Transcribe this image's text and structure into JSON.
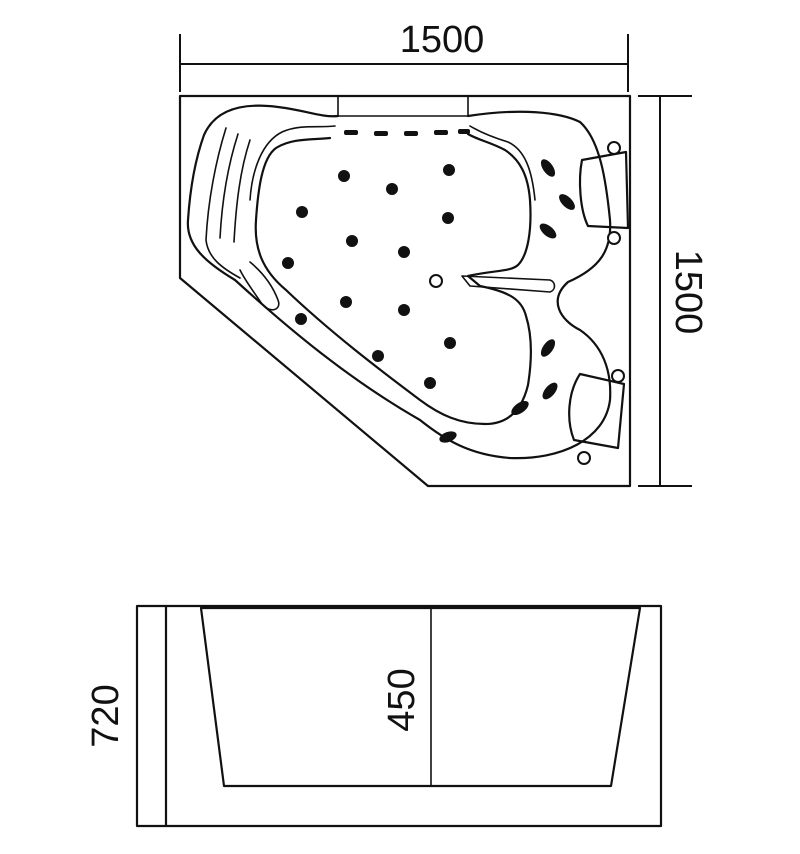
{
  "dimensions": {
    "top_width": "1500",
    "top_depth": "1500",
    "side_height": "720",
    "inner_depth": "450"
  }
}
